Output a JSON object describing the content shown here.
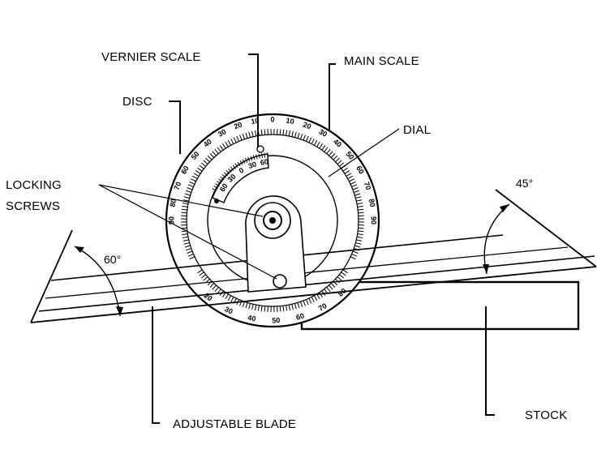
{
  "diagram": {
    "labels": {
      "vernier_scale": "VERNIER SCALE",
      "main_scale": "MAIN SCALE",
      "disc": "DISC",
      "dial": "DIAL",
      "locking_screws_line1": "LOCKING",
      "locking_screws_line2": "SCREWS",
      "adjustable_blade": "ADJUSTABLE BLADE",
      "stock": "STOCK"
    },
    "angles": {
      "left": "60°",
      "right": "45°"
    },
    "main_scale_digits": [
      "90",
      "80",
      "70",
      "60",
      "50",
      "40",
      "30",
      "20",
      "10",
      "0",
      "10",
      "20",
      "30",
      "40",
      "50",
      "60",
      "70",
      "80",
      "90"
    ],
    "vernier_digits": [
      "60",
      "30",
      "0",
      "30",
      "60"
    ]
  }
}
